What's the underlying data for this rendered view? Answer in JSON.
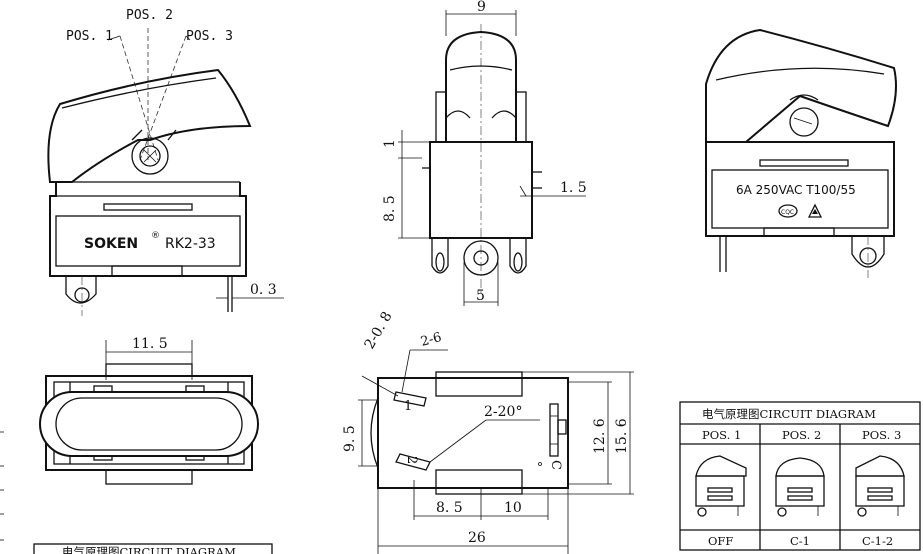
{
  "side_view": {
    "positions": [
      "POS. 1",
      "POS. 2",
      "POS. 3"
    ],
    "brand": "SOKEN",
    "registered_mark": "®",
    "model": "RK2-33",
    "dim_terminal": "0. 3"
  },
  "front_view": {
    "dim_top": "9",
    "dim_left_upper": "1",
    "dim_left_lower": "8. 5",
    "dim_right": "1. 5",
    "dim_bottom": "5"
  },
  "rating_view": {
    "rating": "6A  250VAC  T100/55",
    "marks": [
      "CQC",
      "triangle"
    ]
  },
  "top_view": {
    "dim_top": "11. 5"
  },
  "panel_cutout": {
    "dim_corner_radius": "2-0. 8",
    "dim_holes": "2-6",
    "dim_angle": "2-20°",
    "dim_left": "9. 5",
    "dim_right_inner": "12. 6",
    "dim_right_outer": "15. 6",
    "dim_bottom_left": "8. 5",
    "dim_bottom_right": "10",
    "dim_overall": "26",
    "mark_1": "1",
    "mark_2": "2",
    "mark_C": "C"
  },
  "circuit_table": {
    "title": "电气原理图CIRCUIT  DIAGRAM",
    "headers": [
      "POS. 1",
      "POS. 2",
      "POS. 3"
    ],
    "footers": [
      "OFF",
      "C-1",
      "C-1-2"
    ]
  },
  "bottom_left_box": {
    "title": "电气原理图CIRCUIT  DIAGRAM"
  }
}
